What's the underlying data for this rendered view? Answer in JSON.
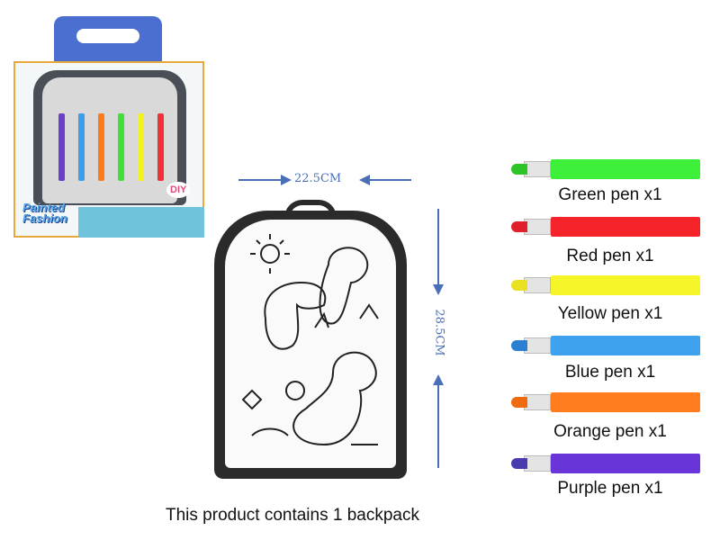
{
  "package": {
    "title_line1": "Painted",
    "title_line2": "Fashion",
    "badge": "DIY",
    "pen_colors": [
      "#6a3fc9",
      "#3a9ee8",
      "#ff7a1a",
      "#3fe03a",
      "#f3f21f",
      "#f2303a"
    ]
  },
  "dimensions": {
    "width_label": "22.5CM",
    "height_label": "28.5CM",
    "arrow_color": "#4a6fb8"
  },
  "pens": [
    {
      "label": "Green pen x1",
      "color": "#3ff03a",
      "tip": "#2cc428"
    },
    {
      "label": "Red pen x1",
      "color": "#f5232a",
      "tip": "#e0202a"
    },
    {
      "label": "Yellow pen x1",
      "color": "#f6f52a",
      "tip": "#e8e020"
    },
    {
      "label": "Blue pen x1",
      "color": "#3ea2ee",
      "tip": "#2a7fd0"
    },
    {
      "label": "Orange pen x1",
      "color": "#ff7d1f",
      "tip": "#f06a10"
    },
    {
      "label": "Purple pen x1",
      "color": "#6a35d8",
      "tip": "#4a3ab0"
    }
  ],
  "caption": "This product contains 1 backpack"
}
